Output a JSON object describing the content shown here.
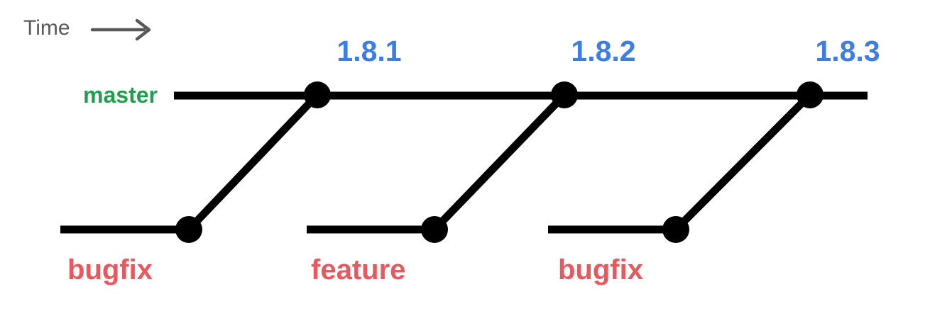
{
  "diagram": {
    "time_axis_label": "Time",
    "master_branch": {
      "label": "master",
      "tags": [
        "1.8.1",
        "1.8.2",
        "1.8.3"
      ]
    },
    "topic_branches": [
      {
        "label": "bugfix",
        "merges_into_tag": "1.8.1"
      },
      {
        "label": "feature",
        "merges_into_tag": "1.8.2"
      },
      {
        "label": "bugfix",
        "merges_into_tag": "1.8.3"
      }
    ],
    "colors": {
      "master_label": "#1f9e4e",
      "tag_label": "#3c7de6",
      "topic_label": "#e8585c",
      "time_label": "#58585a",
      "graph": "#000000",
      "background": "#ffffff"
    }
  }
}
